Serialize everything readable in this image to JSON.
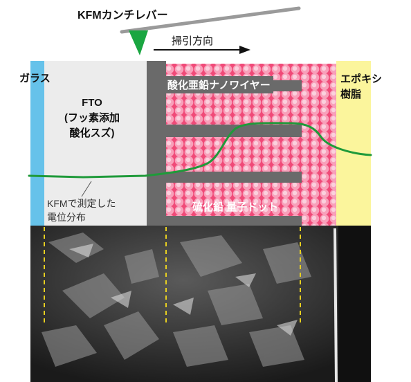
{
  "title": "KFMカンチレバー",
  "scan_direction": "掃引方向",
  "labels": {
    "glass": "ガラス",
    "fto": "FTO\n(フッ素添加\n酸化スズ)",
    "nanowire": "酸化亜鉛ナノワイヤー",
    "epoxy": "エポキシ\n樹脂",
    "qdots": "硫化鉛 量子ドット",
    "potential": "KFMで測定した\n電位分布"
  },
  "colors": {
    "glass": "#66c2ea",
    "fto": "#ececec",
    "electrode": "#6a6a6a",
    "qdot": "#f2507e",
    "epoxy": "#fbf59c",
    "potential_curve": "#1f9a3a",
    "cantilever": "#9a9a9a",
    "tip": "#1aa641",
    "sem_guides": "#e8d020"
  }
}
